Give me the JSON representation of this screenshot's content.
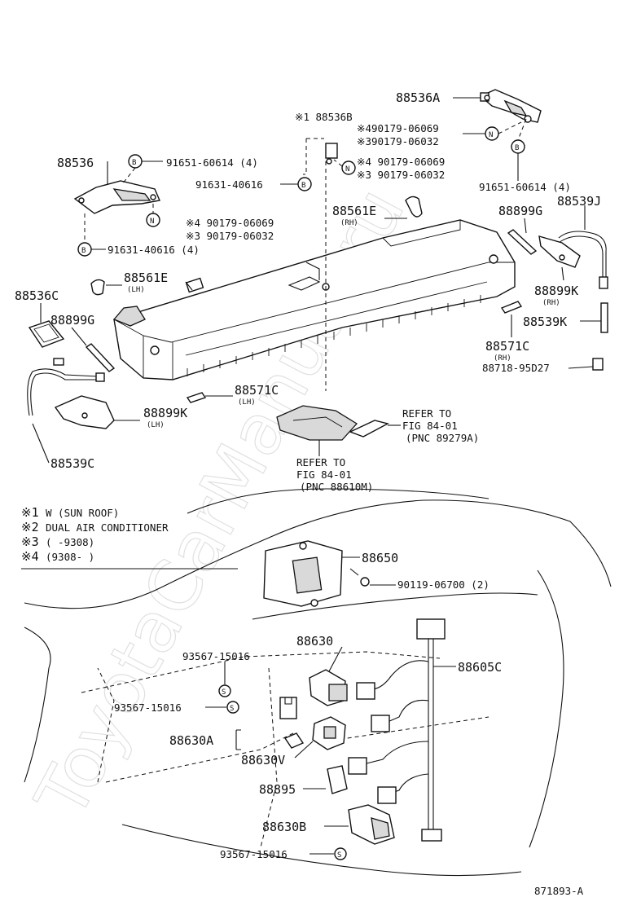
{
  "diagram": {
    "watermark": "ToyotaCarManual.ru",
    "figure_id": "871893-A",
    "legend": [
      {
        "mark": "※1",
        "text": "W (SUN ROOF)"
      },
      {
        "mark": "※2",
        "text": "DUAL AIR CONDITIONER"
      },
      {
        "mark": "※3",
        "text": "(      -9308)"
      },
      {
        "mark": "※4",
        "text": "(9308-      )"
      }
    ],
    "symbols": {
      "bolt": "B",
      "nut": "N",
      "screw": "S"
    },
    "labels": {
      "p88536A": "88536A",
      "p88536B": "※1 88536B",
      "nutR4": "※490179-06069",
      "nutR3": "※390179-06032",
      "boltR": "91651-60614 (4)",
      "p88536": "88536",
      "boltL1": "91651-60614 (4)",
      "boltC": "91631-40616",
      "nutC4": "※4 90179-06069",
      "nutC3": "※3 90179-06032",
      "nutL4": "※4 90179-06069",
      "nutL3": "※3 90179-06032",
      "boltL2": "91631-40616 (4)",
      "p88561E_rh": "88561E",
      "rh1": "(RH)",
      "p88899G_r": "88899G",
      "p88539J": "88539J",
      "p88561E_lh": "88561E",
      "lh1": "(LH)",
      "p88536C": "88536C",
      "p88899G_l": "88899G",
      "p88899K_r": "88899K",
      "rh2": "(RH)",
      "p88539K": "88539K",
      "p88571C_r": "88571C",
      "rh3": "(RH)",
      "p88718": "88718-95D27",
      "p88571C_l": "88571C",
      "lh2": "(LH)",
      "p88899K_l": "88899K",
      "lh3": "(LH)",
      "p88539C": "88539C",
      "ref1a": "REFER TO",
      "ref1b": "FIG 84-01",
      "ref1c": "(PNC 89279A)",
      "ref2a": "REFER TO",
      "ref2b": "FIG 84-01",
      "ref2c": "(PNC 88610M)",
      "p88650": "88650",
      "p90119": "90119-06700 (2)",
      "p88630": "88630",
      "p88605C": "88605C",
      "s1": "93567-15016",
      "s2": "93567-15016",
      "p88630A": "88630A",
      "p88630V": "88630V",
      "p88895": "88895",
      "p88630B": "88630B",
      "s3": "93567-15016"
    }
  }
}
